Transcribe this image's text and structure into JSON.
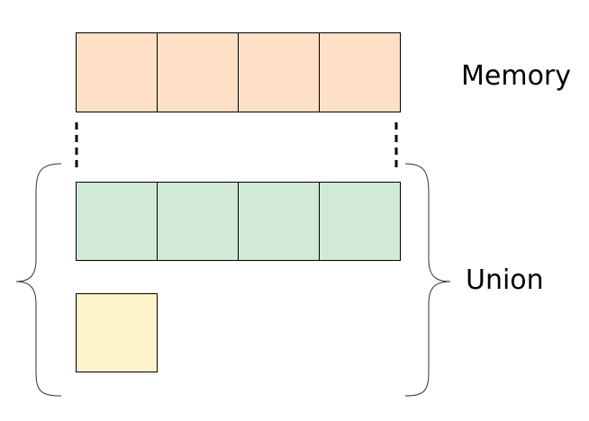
{
  "labels": {
    "memory": "Memory",
    "union": "Union"
  },
  "memory_row": {
    "cell_count": 4,
    "color": "#fde0c5"
  },
  "union_row": {
    "cell_count": 4,
    "color": "#d0ead5"
  },
  "small_block": {
    "cell_count": 1,
    "color": "#fef4cc"
  }
}
